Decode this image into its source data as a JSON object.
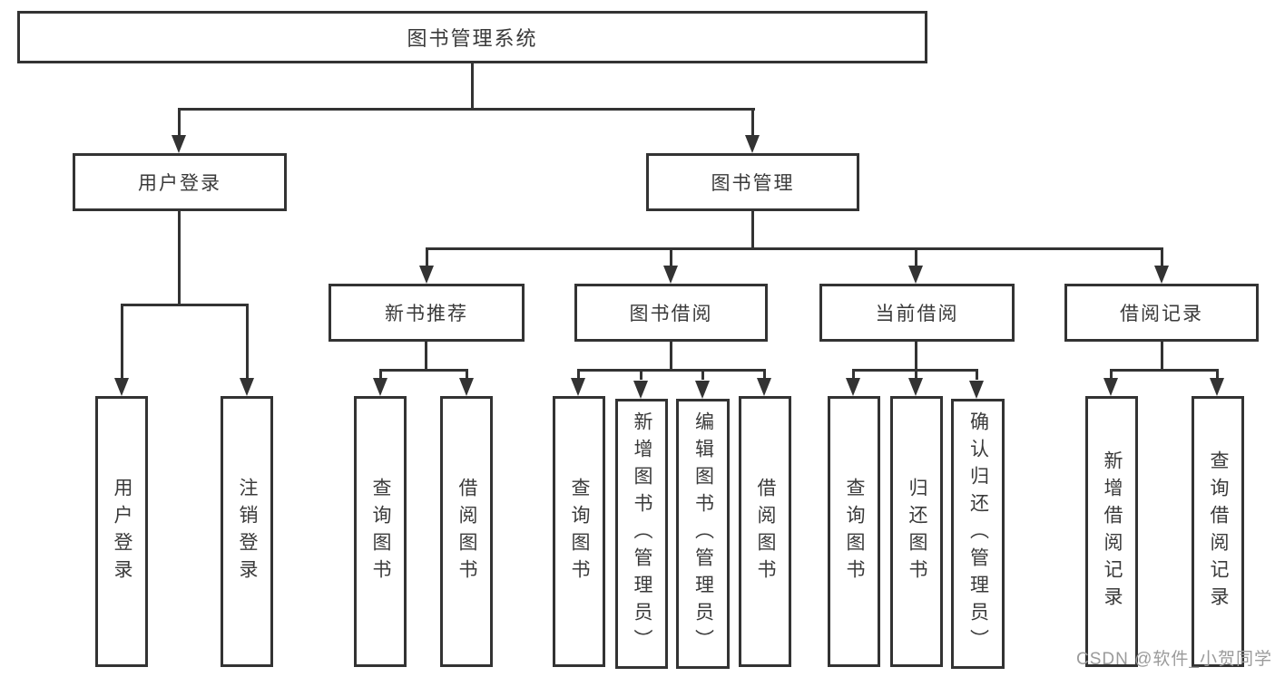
{
  "tree": {
    "label": "图书管理系统",
    "children": [
      {
        "label": "用户登录",
        "children": [
          {
            "label": "用户登录"
          },
          {
            "label": "注销登录"
          }
        ]
      },
      {
        "label": "图书管理",
        "children": [
          {
            "label": "新书推荐",
            "children": [
              {
                "label": "查询图书"
              },
              {
                "label": "借阅图书"
              }
            ]
          },
          {
            "label": "图书借阅",
            "children": [
              {
                "label": "查询图书"
              },
              {
                "label": "新增图书（管理员）"
              },
              {
                "label": "编辑图书（管理员）"
              },
              {
                "label": "借阅图书"
              }
            ]
          },
          {
            "label": "当前借阅",
            "children": [
              {
                "label": "查询图书"
              },
              {
                "label": "归还图书"
              },
              {
                "label": "确认归还（管理员）"
              }
            ]
          },
          {
            "label": "借阅记录",
            "children": [
              {
                "label": "新增借阅记录"
              },
              {
                "label": "查询借阅记录"
              }
            ]
          }
        ]
      }
    ]
  },
  "watermark": {
    "text": "CSDN @软件_小贺同学"
  },
  "colors": {
    "line": "#333333",
    "text": "#3a3a3a",
    "bg": "#ffffff",
    "watermark": "#9b9b9b"
  }
}
